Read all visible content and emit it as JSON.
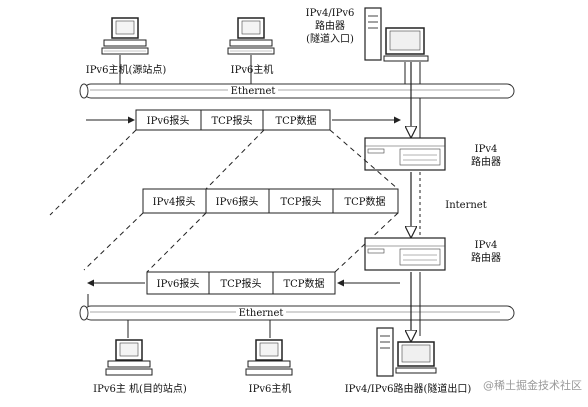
{
  "hosts": {
    "top_source": "IPv6主机(源站点)",
    "top_host": "IPv6主机",
    "bottom_dest": "IPv6主 机(目的站点)",
    "bottom_host": "IPv6主机"
  },
  "entry_router": {
    "line1": "IPv4/IPv6",
    "line2": "路由器",
    "line3": "(隧道入口)"
  },
  "exit_router": {
    "label": "IPv4/IPv6路由器(隧道出口)"
  },
  "ipv4_router_top": {
    "line1": "IPv4",
    "line2": "路由器"
  },
  "ipv4_router_bottom": {
    "line1": "IPv4",
    "line2": "路由器"
  },
  "ethernet_top": "Ethernet",
  "ethernet_bottom": "Ethernet",
  "internet": "Internet",
  "packet_top": [
    "IPv6报头",
    "TCP报头",
    "TCP数据"
  ],
  "packet_middle": [
    "IPv4报头",
    "IPv6报头",
    "TCP报头",
    "TCP数据"
  ],
  "packet_bottom": [
    "IPv6报头",
    "TCP报头",
    "TCP数据"
  ],
  "watermark": "@稀土掘金技术社区"
}
